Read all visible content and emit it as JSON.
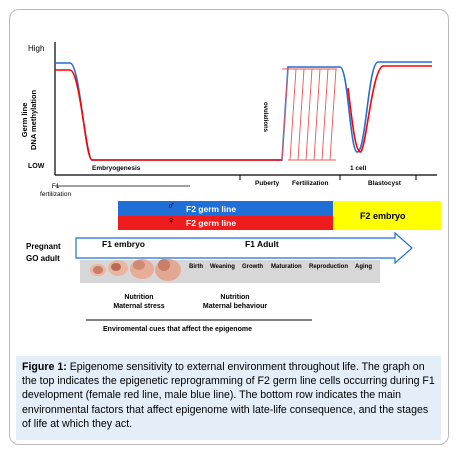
{
  "graph": {
    "y_high": "High",
    "y_low": "LOW",
    "y_title_line1": "Germ line",
    "y_title_line2": "DNA methylation",
    "embryogenesis": "Embryogenesis",
    "ovulations": "ovulations",
    "one_cell": "1 cell",
    "f1_line1": "F1",
    "f1_line2": "fertilization",
    "puberty": "Puberty",
    "fertilization": "Fertilization",
    "blastocyst": "Blastocyst",
    "colors": {
      "female": "#ff0000",
      "male": "#1f6fd6"
    }
  },
  "bars": {
    "male_symbol": "♂",
    "female_symbol": "♀",
    "male_label": "F2 germ line",
    "female_label": "F2 germ line",
    "embryo_label": "F2 embryo",
    "colors": {
      "male": "#1f6fd6",
      "female": "#ee1c1c",
      "embryo": "#ffff00"
    }
  },
  "timeline": {
    "pregnant_line1": "Pregnant",
    "pregnant_line2": "GO adult",
    "f1_embryo": "F1 embryo",
    "f1_adult": "F1 Adult",
    "stages": [
      "Birth",
      "Weaning",
      "Growth",
      "Maturation",
      "Reproduction",
      "Aging"
    ]
  },
  "factors": {
    "left_line1": "Nutrition",
    "left_line2": "Maternal stress",
    "right_line1": "Nutrition",
    "right_line2": "Maternal behaviour",
    "bottom": "Enviromental cues that affect the epigenome"
  },
  "caption": {
    "label": "Figure 1:",
    "text": "Epigenome sensitivity to external environment throughout life. The graph on the top indicates the epigenetic reprogramming of F2 germ line cells occurring during F1 development (female red line, male blue line). The bottom row indicates the main environmental factors that affect epigenome with late-life consequence, and the stages of life at which they act."
  }
}
